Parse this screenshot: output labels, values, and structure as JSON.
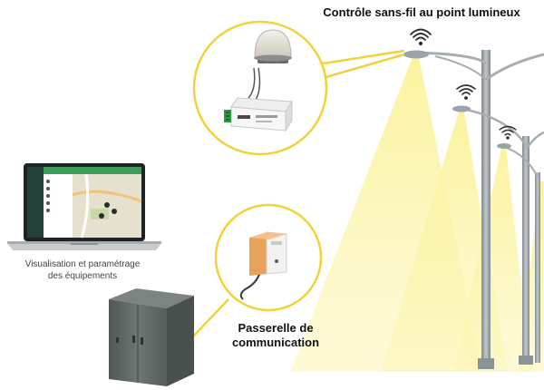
{
  "title": "Contrôle sans-fil au point lumineux",
  "gateway_label": {
    "line1": "Passerelle de",
    "line2": "communication"
  },
  "laptop_caption": {
    "line1": "Visualisation et paramétrage",
    "line2": "des équipements"
  },
  "colors": {
    "accent_yellow": "#f1d23a",
    "light_beam": "#fbf29a",
    "pole_grey": "#9aa3a8",
    "cabinet_grey": "#5e6763",
    "gateway_orange": "#e8a15a"
  },
  "icons": [
    "wifi-icon",
    "photocell-sensor-icon",
    "controller-module-icon",
    "gateway-device-icon",
    "street-light-icon",
    "electrical-cabinet-icon",
    "laptop-icon"
  ]
}
